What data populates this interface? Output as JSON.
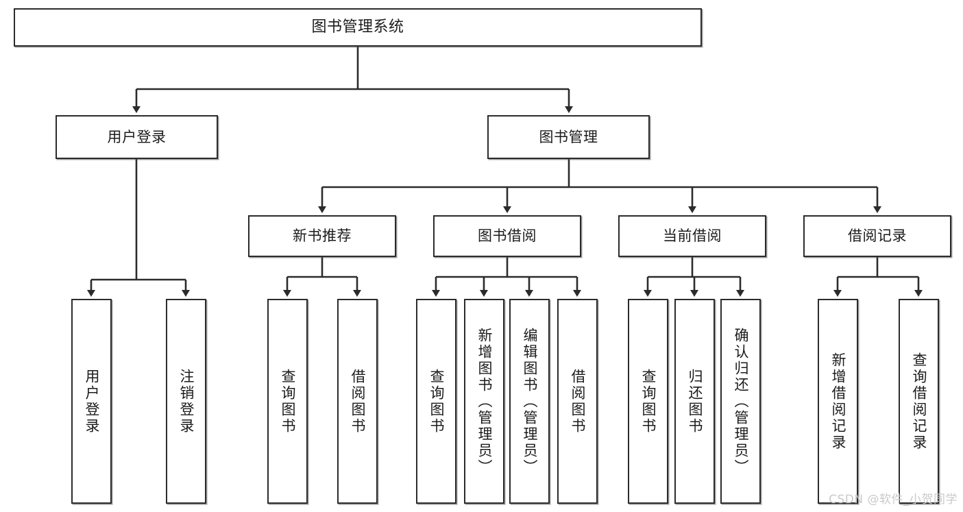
{
  "diagram": {
    "type": "tree-hierarchy-chart",
    "title": "图书管理系统",
    "stroke_color": "#2b2b2b",
    "background_color": "#ffffff",
    "nodes": {
      "root": {
        "label": "图书管理系统"
      },
      "level2": [
        {
          "id": "user-login",
          "label": "用户登录"
        },
        {
          "id": "book-management",
          "label": "图书管理"
        }
      ],
      "level3": [
        {
          "id": "new-book-recommend",
          "label": "新书推荐"
        },
        {
          "id": "book-borrow",
          "label": "图书借阅"
        },
        {
          "id": "current-borrow",
          "label": "当前借阅"
        },
        {
          "id": "borrow-record",
          "label": "借阅记录"
        }
      ],
      "leaves": [
        {
          "id": "leaf-user-login",
          "label": "用户登录",
          "parent": "user-login"
        },
        {
          "id": "leaf-user-logout",
          "label": "注销登录",
          "parent": "user-login"
        },
        {
          "id": "leaf-query-book-1",
          "label": "查询图书",
          "parent": "new-book-recommend"
        },
        {
          "id": "leaf-borrow-book-1",
          "label": "借阅图书",
          "parent": "new-book-recommend"
        },
        {
          "id": "leaf-query-book-2",
          "label": "查询图书",
          "parent": "book-borrow"
        },
        {
          "id": "leaf-add-book",
          "label": "新增图书（管理员）",
          "parent": "book-borrow"
        },
        {
          "id": "leaf-edit-book",
          "label": "编辑图书（管理员）",
          "parent": "book-borrow"
        },
        {
          "id": "leaf-borrow-book-2",
          "label": "借阅图书",
          "parent": "book-borrow"
        },
        {
          "id": "leaf-query-book-3",
          "label": "查询图书",
          "parent": "current-borrow"
        },
        {
          "id": "leaf-return-book",
          "label": "归还图书",
          "parent": "current-borrow"
        },
        {
          "id": "leaf-confirm-return",
          "label": "确认归还（管理员）",
          "parent": "current-borrow"
        },
        {
          "id": "leaf-add-record",
          "label": "新增借阅记录",
          "parent": "borrow-record"
        },
        {
          "id": "leaf-query-record",
          "label": "查询借阅记录",
          "parent": "borrow-record"
        }
      ]
    }
  },
  "watermark": {
    "text": "CSDN @软件_小贺同学"
  }
}
